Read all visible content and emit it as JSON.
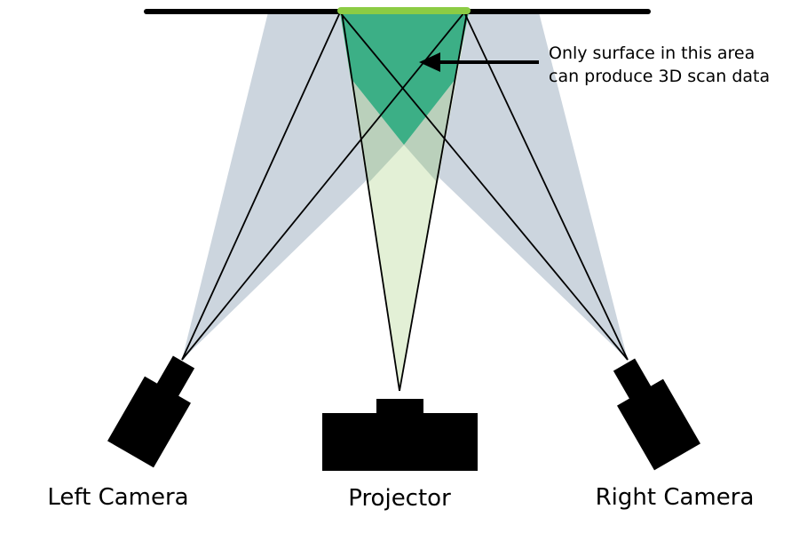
{
  "diagram": {
    "labels": {
      "left_camera": "Left Camera",
      "projector": "Projector",
      "right_camera": "Right Camera"
    },
    "annotation": {
      "line1": "Only surface in this area",
      "line2": "can produce 3D scan data"
    },
    "colors": {
      "camera_fov": "#ccd5de",
      "projector_beam": "#e3f0d6",
      "overlap_fov_beam": "#bad0bb",
      "overlap_cameras": "#9fb0c0",
      "scan_zone": "#3caf86",
      "surface_highlight": "#8ccc44",
      "surface": "#000000",
      "devices": "#000000"
    }
  }
}
